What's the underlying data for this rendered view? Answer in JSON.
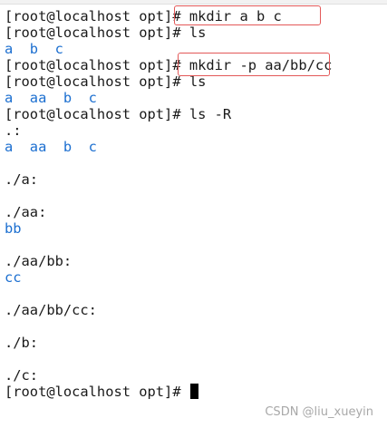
{
  "terminal": {
    "prompt": "[root@localhost opt]# ",
    "commands": {
      "mkdir_abc": "mkdir a b c",
      "ls_1": "ls",
      "mkdir_p": "mkdir -p aa/bb/cc",
      "ls_2": "ls",
      "ls_R": "ls -R"
    },
    "ls1_output": "a  b  c",
    "ls2_output": "a  aa  b  c",
    "lsR": {
      "root_header": ".:",
      "root_listing": "a  aa  b  c",
      "a_header": "./a:",
      "aa_header": "./aa:",
      "aa_listing": "bb",
      "aabb_header": "./aa/bb:",
      "aabb_listing": "cc",
      "aabbcc_header": "./aa/bb/cc:",
      "b_header": "./b:",
      "c_header": "./c:"
    }
  },
  "watermark": "CSDN @liu_xueyin",
  "colors": {
    "directory": "#1c6fd0",
    "highlight_box": "#e35858",
    "text": "#1a1a1a",
    "background": "#ffffff"
  }
}
